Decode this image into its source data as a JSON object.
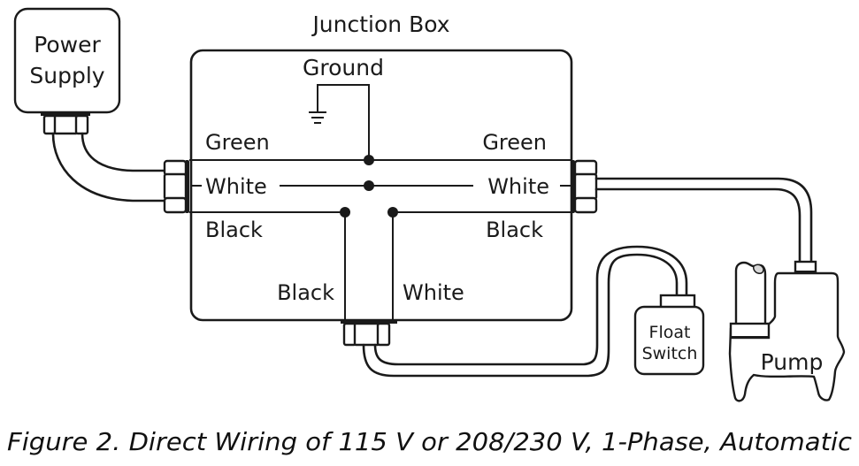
{
  "figure": {
    "caption": "Figure 2. Direct Wiring of 115 V or 208/230 V, 1-Phase, Automatic"
  },
  "power_supply": {
    "line1": "Power",
    "line2": "Supply"
  },
  "junction_box": {
    "title": "Junction Box",
    "ground_label": "Ground",
    "left": {
      "green": "Green",
      "white": "White",
      "black": "Black"
    },
    "right": {
      "green": "Green",
      "white": "White",
      "black": "Black"
    },
    "bottom": {
      "black": "Black",
      "white": "White"
    }
  },
  "float_switch": {
    "line1": "Float",
    "line2": "Switch"
  },
  "pump": {
    "label": "Pump"
  },
  "colors": {
    "line": "#1a1a1a",
    "background": "#ffffff"
  }
}
